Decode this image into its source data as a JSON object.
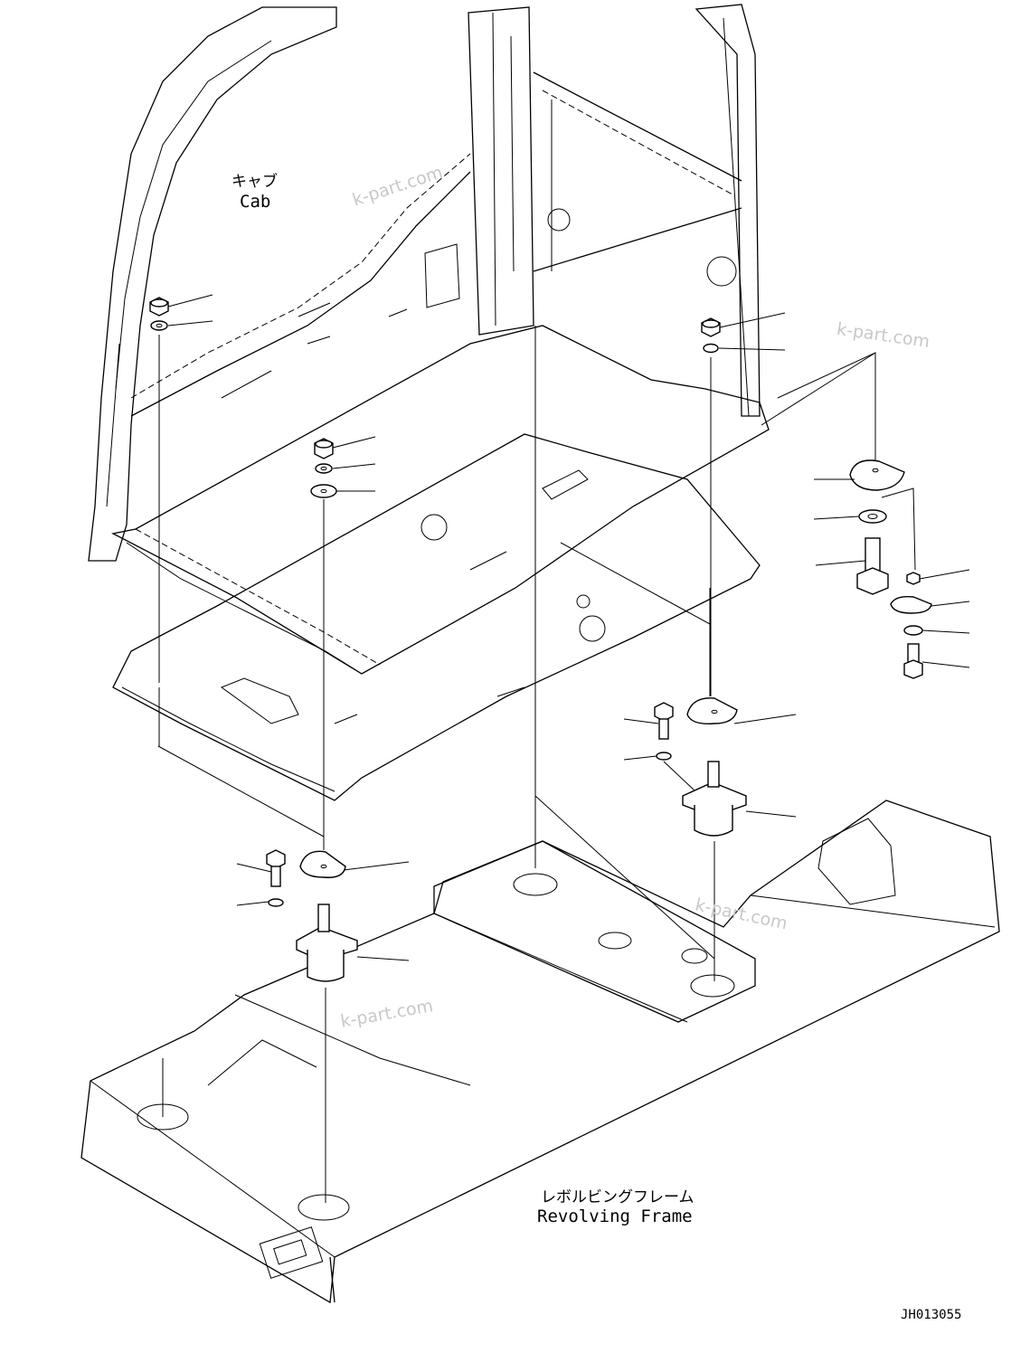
{
  "labels": {
    "cab_jp": "キャブ",
    "cab_en": "Cab",
    "frame_jp": "レボルビングフレーム",
    "frame_en": "Revolving Frame",
    "drawing_id": "JH013055"
  },
  "watermarks": [
    "k-part.com",
    "k-part.com",
    "k-part.com",
    "k-part.com"
  ]
}
